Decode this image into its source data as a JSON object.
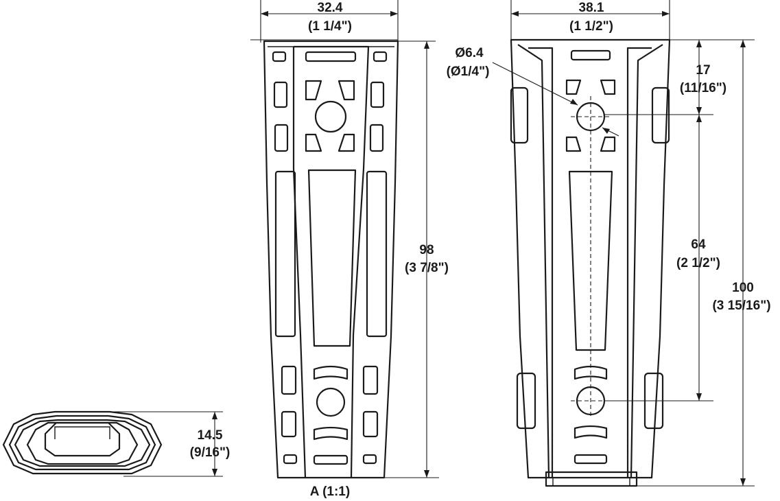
{
  "front_view": {
    "width_mm": "32.4",
    "width_in": "(1 1/4\")",
    "height_mm": "98",
    "height_in": "(3 7/8\")",
    "view_label": "A (1:1)"
  },
  "bottom_view": {
    "height_mm": "14.5",
    "height_in": "(9/16\")"
  },
  "side_view": {
    "width_mm": "38.1",
    "width_in": "(1 1/2\")",
    "hole_dia_mm": "Ø6.4",
    "hole_dia_in": "(Ø1/4\")",
    "hole_offset_mm": "17",
    "hole_offset_in": "(11/16\")",
    "hole_spacing_mm": "64",
    "hole_spacing_in": "(2 1/2\")",
    "total_height_mm": "100",
    "total_height_in": "(3 15/16\")"
  }
}
